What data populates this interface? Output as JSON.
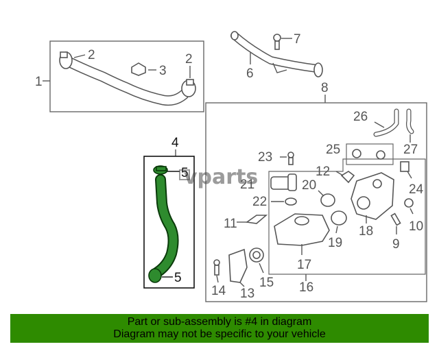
{
  "callouts": {
    "c1": "1",
    "c2a": "2",
    "c2b": "2",
    "c3": "3",
    "c4": "4",
    "c5a": "5",
    "c5b": "5",
    "c6": "6",
    "c7": "7",
    "c8": "8",
    "c9": "9",
    "c10": "10",
    "c11": "11",
    "c12": "12",
    "c13": "13",
    "c14": "14",
    "c15": "15",
    "c16": "16",
    "c17": "17",
    "c18": "18",
    "c19": "19",
    "c20": "20",
    "c21": "21",
    "c22": "22",
    "c23": "23",
    "c24": "24",
    "c25": "25",
    "c26": "26",
    "c27": "27"
  },
  "watermark": "vparts",
  "highlight_color": "#2e8b2e",
  "banner": {
    "line1": "Part or sub-assembly is #4 in diagram",
    "line2": "Diagram may not be specific to your vehicle",
    "color": "#2e8b00"
  }
}
